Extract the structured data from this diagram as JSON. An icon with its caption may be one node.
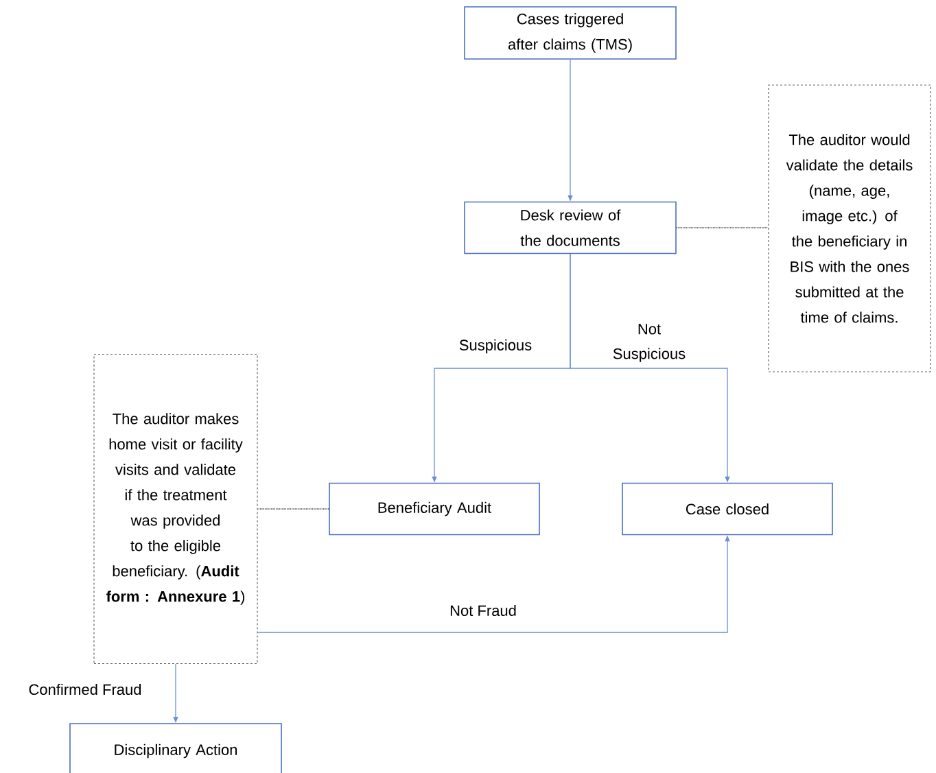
{
  "diagram": {
    "nodes": [
      {
        "text": [
          "Cases triggered after claims (TMS)"
        ]
      },
      {
        "text": [
          "Desk review of the documents"
        ]
      },
      {
        "text": [
          "The auditor would validate the details (name, age, image etc.) of the beneficiary in BIS with the ones submitted at the time of claims."
        ]
      },
      {
        "text": [
          "Beneficiary Audit"
        ]
      },
      {
        "text": [
          "Case closed"
        ]
      },
      {
        "text": [
          "The auditor makes home visit or facility visits and validate if the treatment was provided to the eligible beneficiary. (**Audit form : Annexure 1**)"
        ]
      },
      {
        "text": [
          "Disciplinary Action"
        ]
      }
    ],
    "edges": [
      {
        "from": 0,
        "to": 1,
        "arrow": "to"
      },
      {
        "from": 1,
        "to": 2,
        "arrow": "none",
        "style": "dashed",
        "color": "#404040"
      },
      {
        "from": 1,
        "to": 3,
        "arrow": "to",
        "label": "Suspicious"
      },
      {
        "from": 1,
        "to": 4,
        "arrow": "to",
        "label": "Not Suspicious"
      },
      {
        "from": 3,
        "to": 5,
        "arrow": "none",
        "style": "dashed",
        "color": "#404040"
      },
      {
        "from": 5,
        "to": 4,
        "arrow": "to",
        "label": "Not Fraud"
      },
      {
        "from": 5,
        "to": 6,
        "arrow": "to",
        "label": "Confirmed Fraud"
      }
    ]
  }
}
